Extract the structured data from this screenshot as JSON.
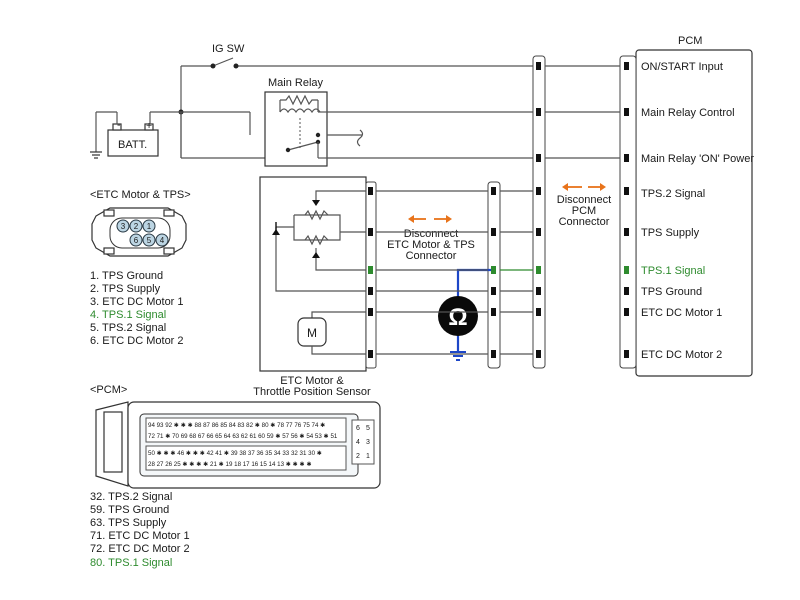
{
  "ig_sw": "IG SW",
  "main_relay": "Main Relay",
  "batt": "BATT.",
  "batt_minus": "-",
  "batt_plus": "+",
  "pcm_title": "PCM",
  "pcm_pins": [
    {
      "label": "ON/START Input",
      "highlight": false
    },
    {
      "label": "Main Relay Control",
      "highlight": false
    },
    {
      "label": "Main Relay 'ON' Power",
      "highlight": false
    },
    {
      "label": "TPS.2 Signal",
      "highlight": false
    },
    {
      "label": "TPS Supply",
      "highlight": false
    },
    {
      "label": "TPS.1 Signal",
      "highlight": true
    },
    {
      "label": "TPS Ground",
      "highlight": false
    },
    {
      "label": "ETC DC Motor 1",
      "highlight": false
    },
    {
      "label": "ETC DC Motor 2",
      "highlight": false
    }
  ],
  "disconnect_pcm": [
    "Disconnect",
    "PCM",
    "Connector"
  ],
  "disconnect_etc": [
    "Disconnect",
    "ETC Motor & TPS",
    "Connector"
  ],
  "etc_sensor_label": [
    "ETC Motor &",
    "Throttle Position Sensor"
  ],
  "motor_symbol": "M",
  "ohm_symbol": "Ω",
  "etc_connector_title": "<ETC Motor & TPS>",
  "etc_connector_pins": [
    "3",
    "2",
    "1",
    "6",
    "5",
    "4"
  ],
  "etc_pin_list": [
    {
      "text": "1. TPS Ground",
      "highlight": false
    },
    {
      "text": "2. TPS Supply",
      "highlight": false
    },
    {
      "text": "3. ETC DC Motor 1",
      "highlight": false
    },
    {
      "text": "4. TPS.1 Signal",
      "highlight": true
    },
    {
      "text": "5. TPS.2 Signal",
      "highlight": false
    },
    {
      "text": "6. ETC DC Motor 2",
      "highlight": false
    }
  ],
  "pcm_connector_title": "<PCM>",
  "pcm_connector_rows": [
    "94 93 92 ✱ ✱ ✱ 88 87 86 85 84 83 82 ✱ 80 ✱ 78 77 76 75 74 ✱",
    "72 71 ✱ 70 69 68 67 66 65 64 63 62 61 60 59 ✱ 57 56 ✱ 54 53 ✱ 51",
    "50 ✱ ✱ ✱ 46 ✱ ✱ ✱ 42 41 ✱ 39 38 37 36 35 34 33 32 31 30 ✱",
    "28 27 26 25 ✱ ✱ ✱ ✱ 21 ✱ 19 18 17 16 15 14 13 ✱ ✱ ✱ ✱"
  ],
  "pcm_connector_side": [
    "6",
    "5",
    "4",
    "3",
    "2",
    "1"
  ],
  "pcm_pin_list": [
    {
      "text": "32. TPS.2 Signal",
      "highlight": false
    },
    {
      "text": "59. TPS Ground",
      "highlight": false
    },
    {
      "text": "63. TPS Supply",
      "highlight": false
    },
    {
      "text": "71. ETC DC Motor 1",
      "highlight": false
    },
    {
      "text": "72. ETC DC Motor 2",
      "highlight": false
    },
    {
      "text": "80. TPS.1 Signal",
      "highlight": true
    }
  ],
  "colors": {
    "highlight": "#2e8b2e",
    "arrow": "#e8731a",
    "probe": "#1d47c8"
  }
}
